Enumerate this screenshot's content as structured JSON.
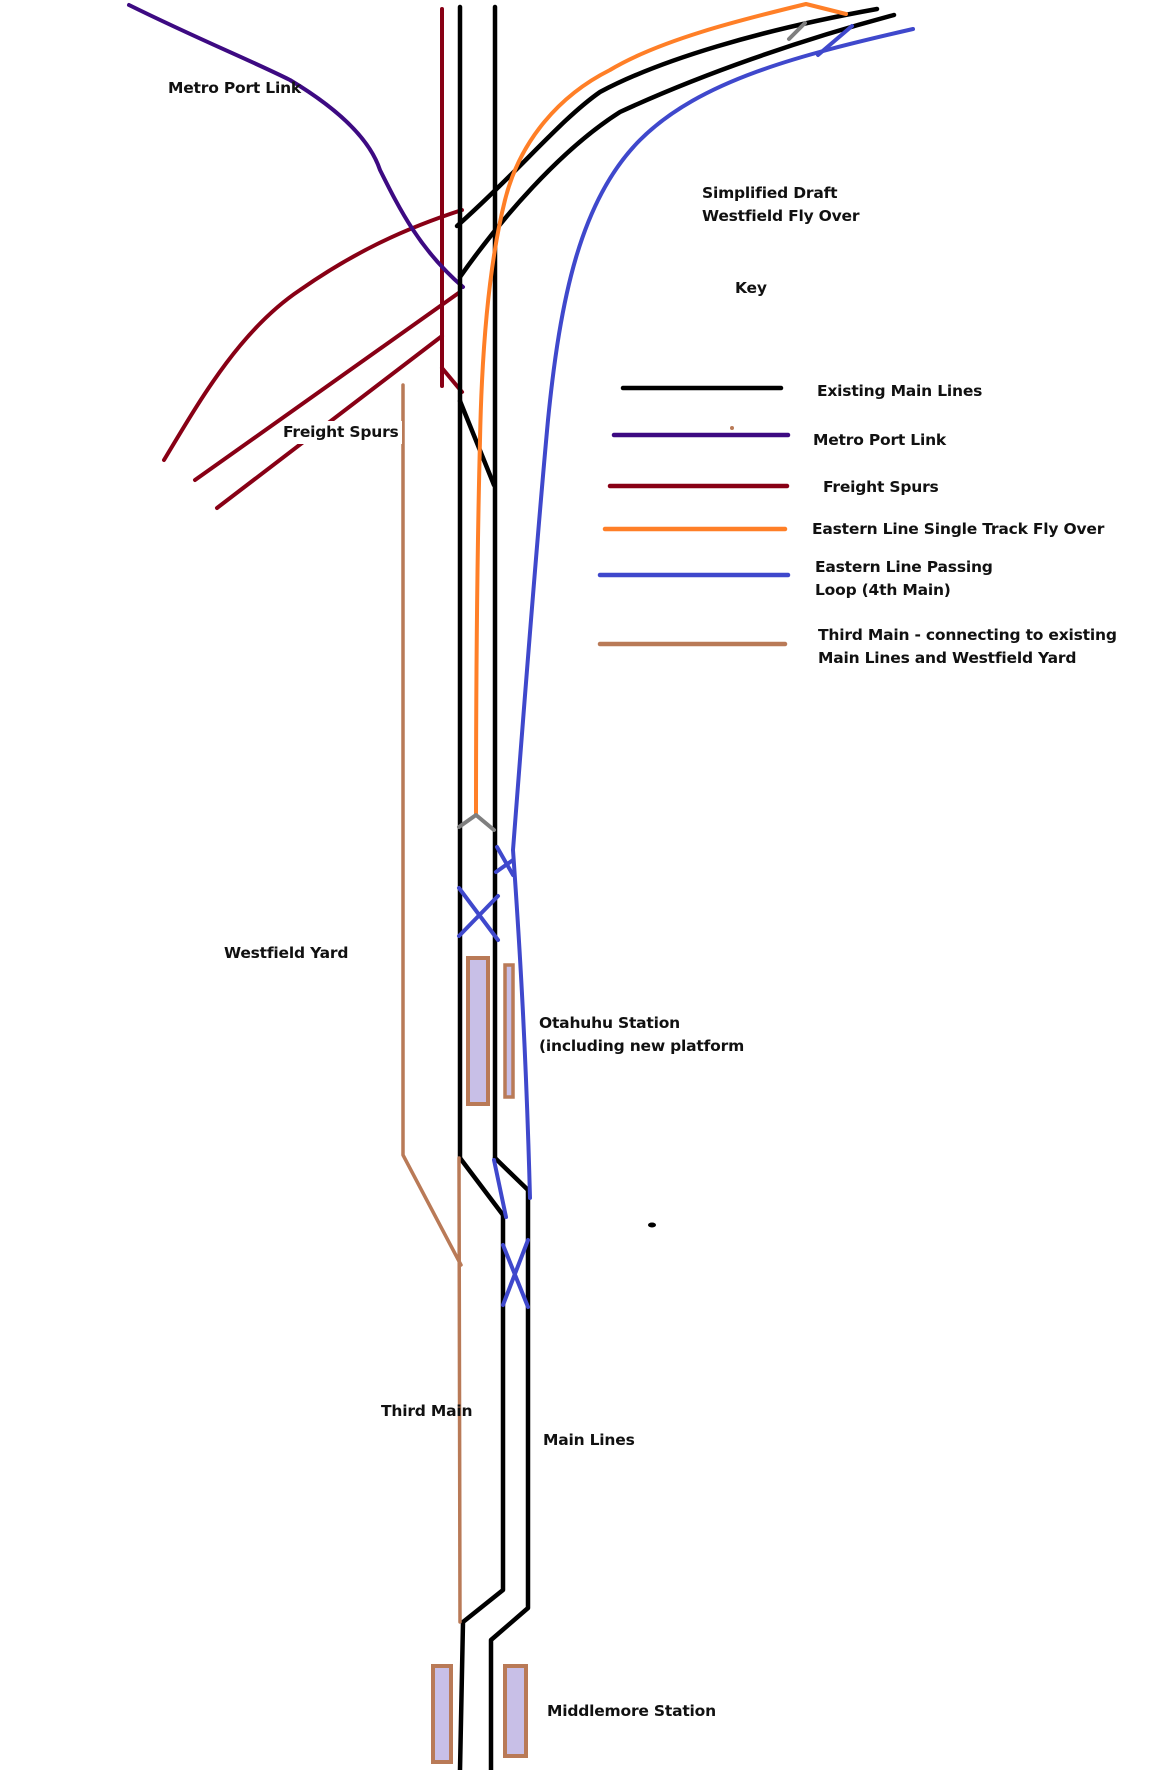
{
  "title": {
    "line1": "Simplified Draft",
    "line2": "Westfield Fly Over"
  },
  "key": {
    "heading": "Key",
    "entries": [
      {
        "id": "existing-main-lines",
        "label": "Existing Main Lines",
        "color": "#000000"
      },
      {
        "id": "metro-port-link",
        "label": "Metro Port Link",
        "color": "#3d0a82"
      },
      {
        "id": "freight-spurs",
        "label": "Freight Spurs",
        "color": "#880015"
      },
      {
        "id": "eastern-flyover",
        "label": "Eastern Line Single Track Fly Over",
        "color": "#ff7f27"
      },
      {
        "id": "eastern-passing-loop",
        "label_line1": "Eastern Line Passing",
        "label_line2": "Loop (4th Main)",
        "color": "#3f48cc"
      },
      {
        "id": "third-main",
        "label_line1": "Third Main - connecting to existing",
        "label_line2": "Main Lines and Westfield Yard",
        "color": "#b97a57"
      }
    ]
  },
  "labels": {
    "metro_port_link": "Metro Port Link",
    "freight_spurs": "Freight Spurs",
    "westfield_yard": "Westfield Yard",
    "otahuhu_line1": "Otahuhu Station",
    "otahuhu_line2": "(including new platform",
    "third_main": "Third Main",
    "main_lines": "Main Lines",
    "middlemore": "Middlemore Station"
  },
  "colors": {
    "main": "#000000",
    "metro": "#3d0a82",
    "freight": "#880015",
    "flyover": "#ff7f27",
    "loop": "#3f48cc",
    "third": "#b97a57",
    "junction": "#7f7f7f",
    "platform_fill": "#c8bfe7",
    "platform_border": "#b97a57"
  }
}
